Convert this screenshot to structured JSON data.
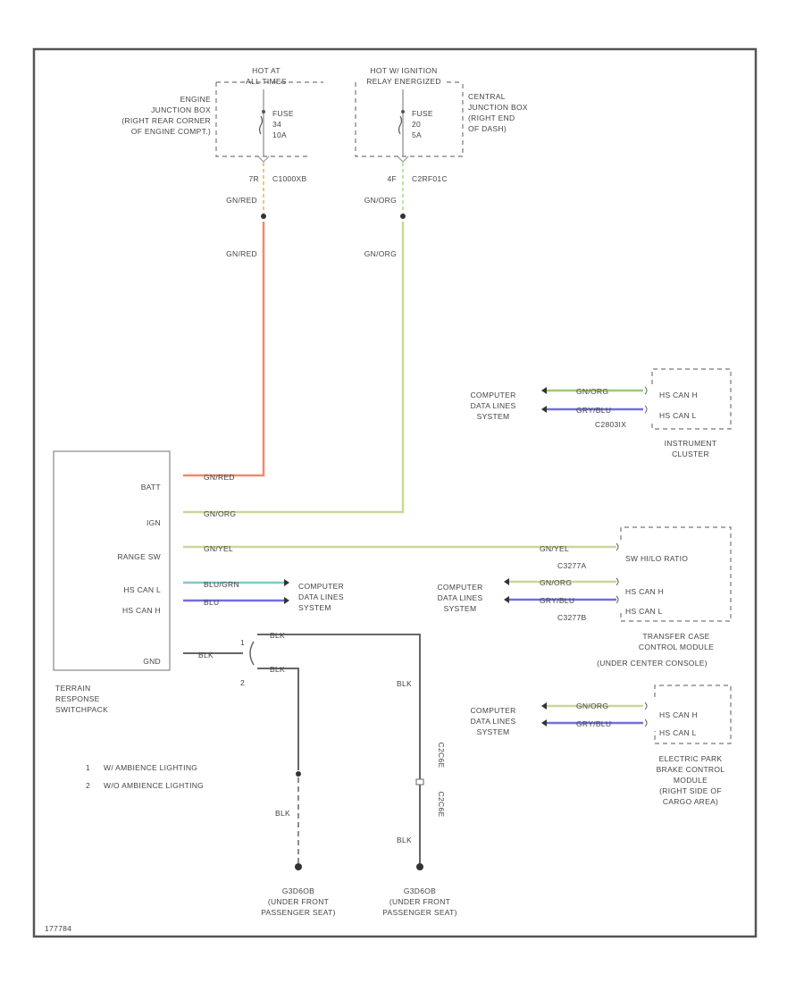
{
  "diagram": {
    "corner_code": "177784",
    "colors": {
      "wire_gn_red": "#f08a6a",
      "wire_yel_green": "#c8d896",
      "wire_teal": "#80c8d0",
      "wire_blue": "#7070e0",
      "wire_black": "#666666"
    },
    "fuse_left": {
      "header": "HOT AT ALL TIMES",
      "location": [
        "ENGINE",
        "JUNCTION BOX",
        "(RIGHT REAR CORNER",
        "OF ENGINE COMPT.)"
      ],
      "fuse": [
        "FUSE",
        "34",
        "10A"
      ],
      "pin": "7R",
      "connector": "C1000XB",
      "wire_upper": "GN/RED",
      "wire_lower": "GN/RED"
    },
    "fuse_right": {
      "header": "HOT W/ IGNITION RELAY ENERGIZED",
      "location": [
        "CENTRAL",
        "JUNCTION BOX",
        "(RIGHT END",
        "OF DASH)"
      ],
      "fuse": [
        "FUSE",
        "20",
        "5A"
      ],
      "pin": "4F",
      "connector": "C2RF01C",
      "wire_upper": "GN/ORG",
      "wire_lower": "GN/ORG"
    },
    "terrain_module": {
      "pins": [
        "BATT",
        "IGN",
        "RANGE SW",
        "HS CAN L",
        "HS CAN H",
        "GND"
      ],
      "label": [
        "TERRAIN",
        "RESPONSE",
        "SWITCHPACK"
      ],
      "wires": [
        "GN/RED",
        "GN/ORG",
        "GN/YEL",
        "BLU/GRN",
        "BLU"
      ],
      "gnd_wire": "BLK",
      "computer_data_lines": [
        "COMPUTER",
        "DATA LINES",
        "SYSTEM"
      ]
    },
    "ground": {
      "option1": "1",
      "option2": "2",
      "wire_top1": "BLK",
      "wire_top2": "BLK",
      "wire_mid1": "BLK",
      "wire_mid2": "BLK",
      "wire_low2": "BLK",
      "connector1": "C2C6E",
      "connector2": "C2C6E",
      "ground_left": [
        "G3D6OB",
        "(UNDER FRONT",
        "PASSENGER SEAT)"
      ],
      "ground_right": [
        "G3D6OB",
        "(UNDER FRONT",
        "PASSENGER SEAT)"
      ]
    },
    "legend": [
      {
        "num": "1",
        "text": "W/ AMBIENCE LIGHTING"
      },
      {
        "num": "2",
        "text": "W/O AMBIENCE LIGHTING"
      }
    ],
    "instrument_cluster": {
      "wires": [
        "GN/ORG",
        "GRY/BLU"
      ],
      "pins": [
        "HS CAN H",
        "HS CAN L"
      ],
      "connector": "C2803IX",
      "label": [
        "INSTRUMENT",
        "CLUSTER"
      ],
      "cdl": [
        "COMPUTER",
        "DATA LINES",
        "SYSTEM"
      ]
    },
    "transfer_case": {
      "range_wire": "GN/YEL",
      "wires": [
        "GN/ORG",
        "GRY/BLU"
      ],
      "pins": [
        "SW HI/LO RATIO",
        "HS CAN H",
        "HS CAN L"
      ],
      "connector1": "C3277A",
      "connector2": "C3277B",
      "label": [
        "TRANSFER CASE",
        "CONTROL MODULE",
        "(UNDER CENTER CONSOLE)"
      ],
      "cdl": [
        "COMPUTER",
        "DATA LINES",
        "SYSTEM"
      ]
    },
    "park_brake": {
      "wires": [
        "GN/ORG",
        "GRY/BLU"
      ],
      "pins": [
        "HS CAN H",
        "HS CAN L"
      ],
      "label": [
        "ELECTRIC PARK",
        "BRAKE CONTROL",
        "MODULE",
        "(RIGHT SIDE OF",
        "CARGO AREA)"
      ],
      "cdl": [
        "COMPUTER",
        "DATA LINES",
        "SYSTEM"
      ]
    }
  }
}
